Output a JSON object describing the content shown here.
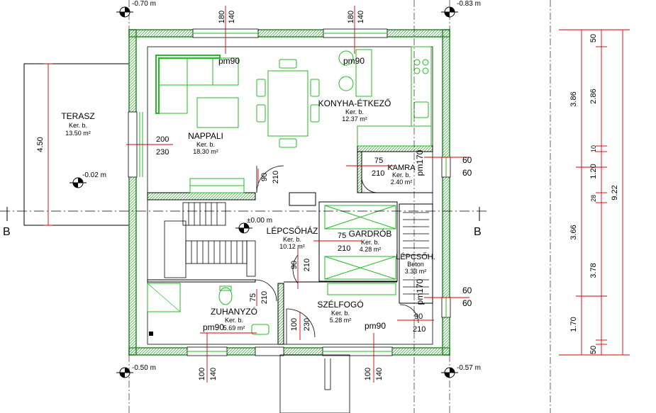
{
  "title": "",
  "colors": {
    "wall": "#2a8a2a",
    "furniture": "#22bb22",
    "dim": "#d40000",
    "line": "#000000",
    "wall_hatch": "#44aa44"
  },
  "level_marks": {
    "top_left": "-0.70 m",
    "top_right": "-0.83 m",
    "bottom_left": "-0.50 m",
    "bottom_right": "-0.57 m",
    "terrace": "-0.02 m",
    "stair": "±0.00 m"
  },
  "section": {
    "left": "B",
    "right": "B"
  },
  "rooms": {
    "terasz": {
      "name": "TERASZ",
      "floor": "Ker. b.",
      "area": "13.50 m²"
    },
    "nappali": {
      "name": "NAPPALI",
      "floor": "Ker. b.",
      "area": "18.30 m²"
    },
    "konyha": {
      "name": "KONYHA-ÉTKEZŐ",
      "floor": "Ker. b.",
      "area": "12.37 m²"
    },
    "kamra": {
      "name": "KAMRA",
      "floor": "Ker. b.",
      "area": "2.40 m²"
    },
    "lepcsohaz": {
      "name": "LÉPCSŐHÁZ",
      "floor": "Ker. b.",
      "area": "10.12 m²"
    },
    "gardrob": {
      "name": "GARDRÓB",
      "floor": "Ker. b.",
      "area": "4.28 m²"
    },
    "lepcsoh2": {
      "name": "LÉPCSŐH.",
      "floor": "Beton",
      "area": "3.33 m²"
    },
    "zuhanyzo": {
      "name": "ZUHANYZÓ",
      "floor": "Ker. b.",
      "area": "5.69 m²"
    },
    "szelfogo": {
      "name": "SZÉLFOGÓ",
      "floor": "Ker. b.",
      "area": "5.28 m²"
    }
  },
  "openings": {
    "top_win1_w": "180",
    "top_win1_h": "140",
    "top_win2_w": "180",
    "top_win2_h": "140",
    "pm90_a": "pm90",
    "pm90_b": "pm90",
    "pm90_c": "pm90",
    "pm90_d": "pm90",
    "pm170_a": "pm170",
    "pm170_b": "pm170",
    "left_door_w": "200",
    "left_door_h": "230",
    "door_nappali_w": "90",
    "door_nappali_h": "210",
    "door_kamra_w": "75",
    "door_kamra_h": "210",
    "door_gardrob_w": "75",
    "door_gardrob_h": "210",
    "door_lepcso_w": "90",
    "door_lepcso_h": "210",
    "door_zuhany_w": "75",
    "door_zuhany_h": "210",
    "door_entry_w": "100",
    "door_entry_h": "230",
    "door_lepcsoh_w": "90",
    "door_lepcsoh_h": "210",
    "right_win1_w": "60",
    "right_win1_h": "60",
    "right_win2_w": "60",
    "right_win2_h": "60",
    "bot_win1_w": "100",
    "bot_win1_h": "140",
    "bot_win2_w": "100",
    "bot_win2_h": "140"
  },
  "terrace_dim": "4.50",
  "right_dims": {
    "d50_top": "50",
    "d286": "2.86",
    "d386": "3.86",
    "d10": "10",
    "d120": "1.20",
    "d28": "28",
    "d366": "3.66",
    "d378": "3.78",
    "d170": "1.70",
    "d50_bot": "50",
    "d922": "9.22"
  }
}
